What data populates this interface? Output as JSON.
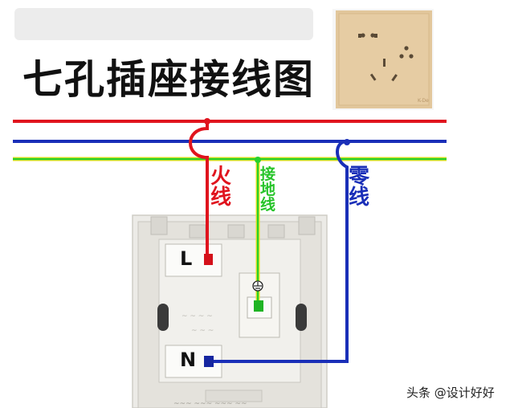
{
  "title": "七孔插座接线图",
  "labels": {
    "fire": "火线",
    "ground": "接地线",
    "neutral": "零线"
  },
  "terminals": {
    "live": "L",
    "neutral": "N"
  },
  "watermark": "头条 @设计好好",
  "colors": {
    "live_wire": "#e0141e",
    "neutral_wire": "#1a2fb8",
    "ground_wire": "#27d12c",
    "ground_wire_edge": "#f0e020",
    "panel_gold": "#e2c79c"
  }
}
